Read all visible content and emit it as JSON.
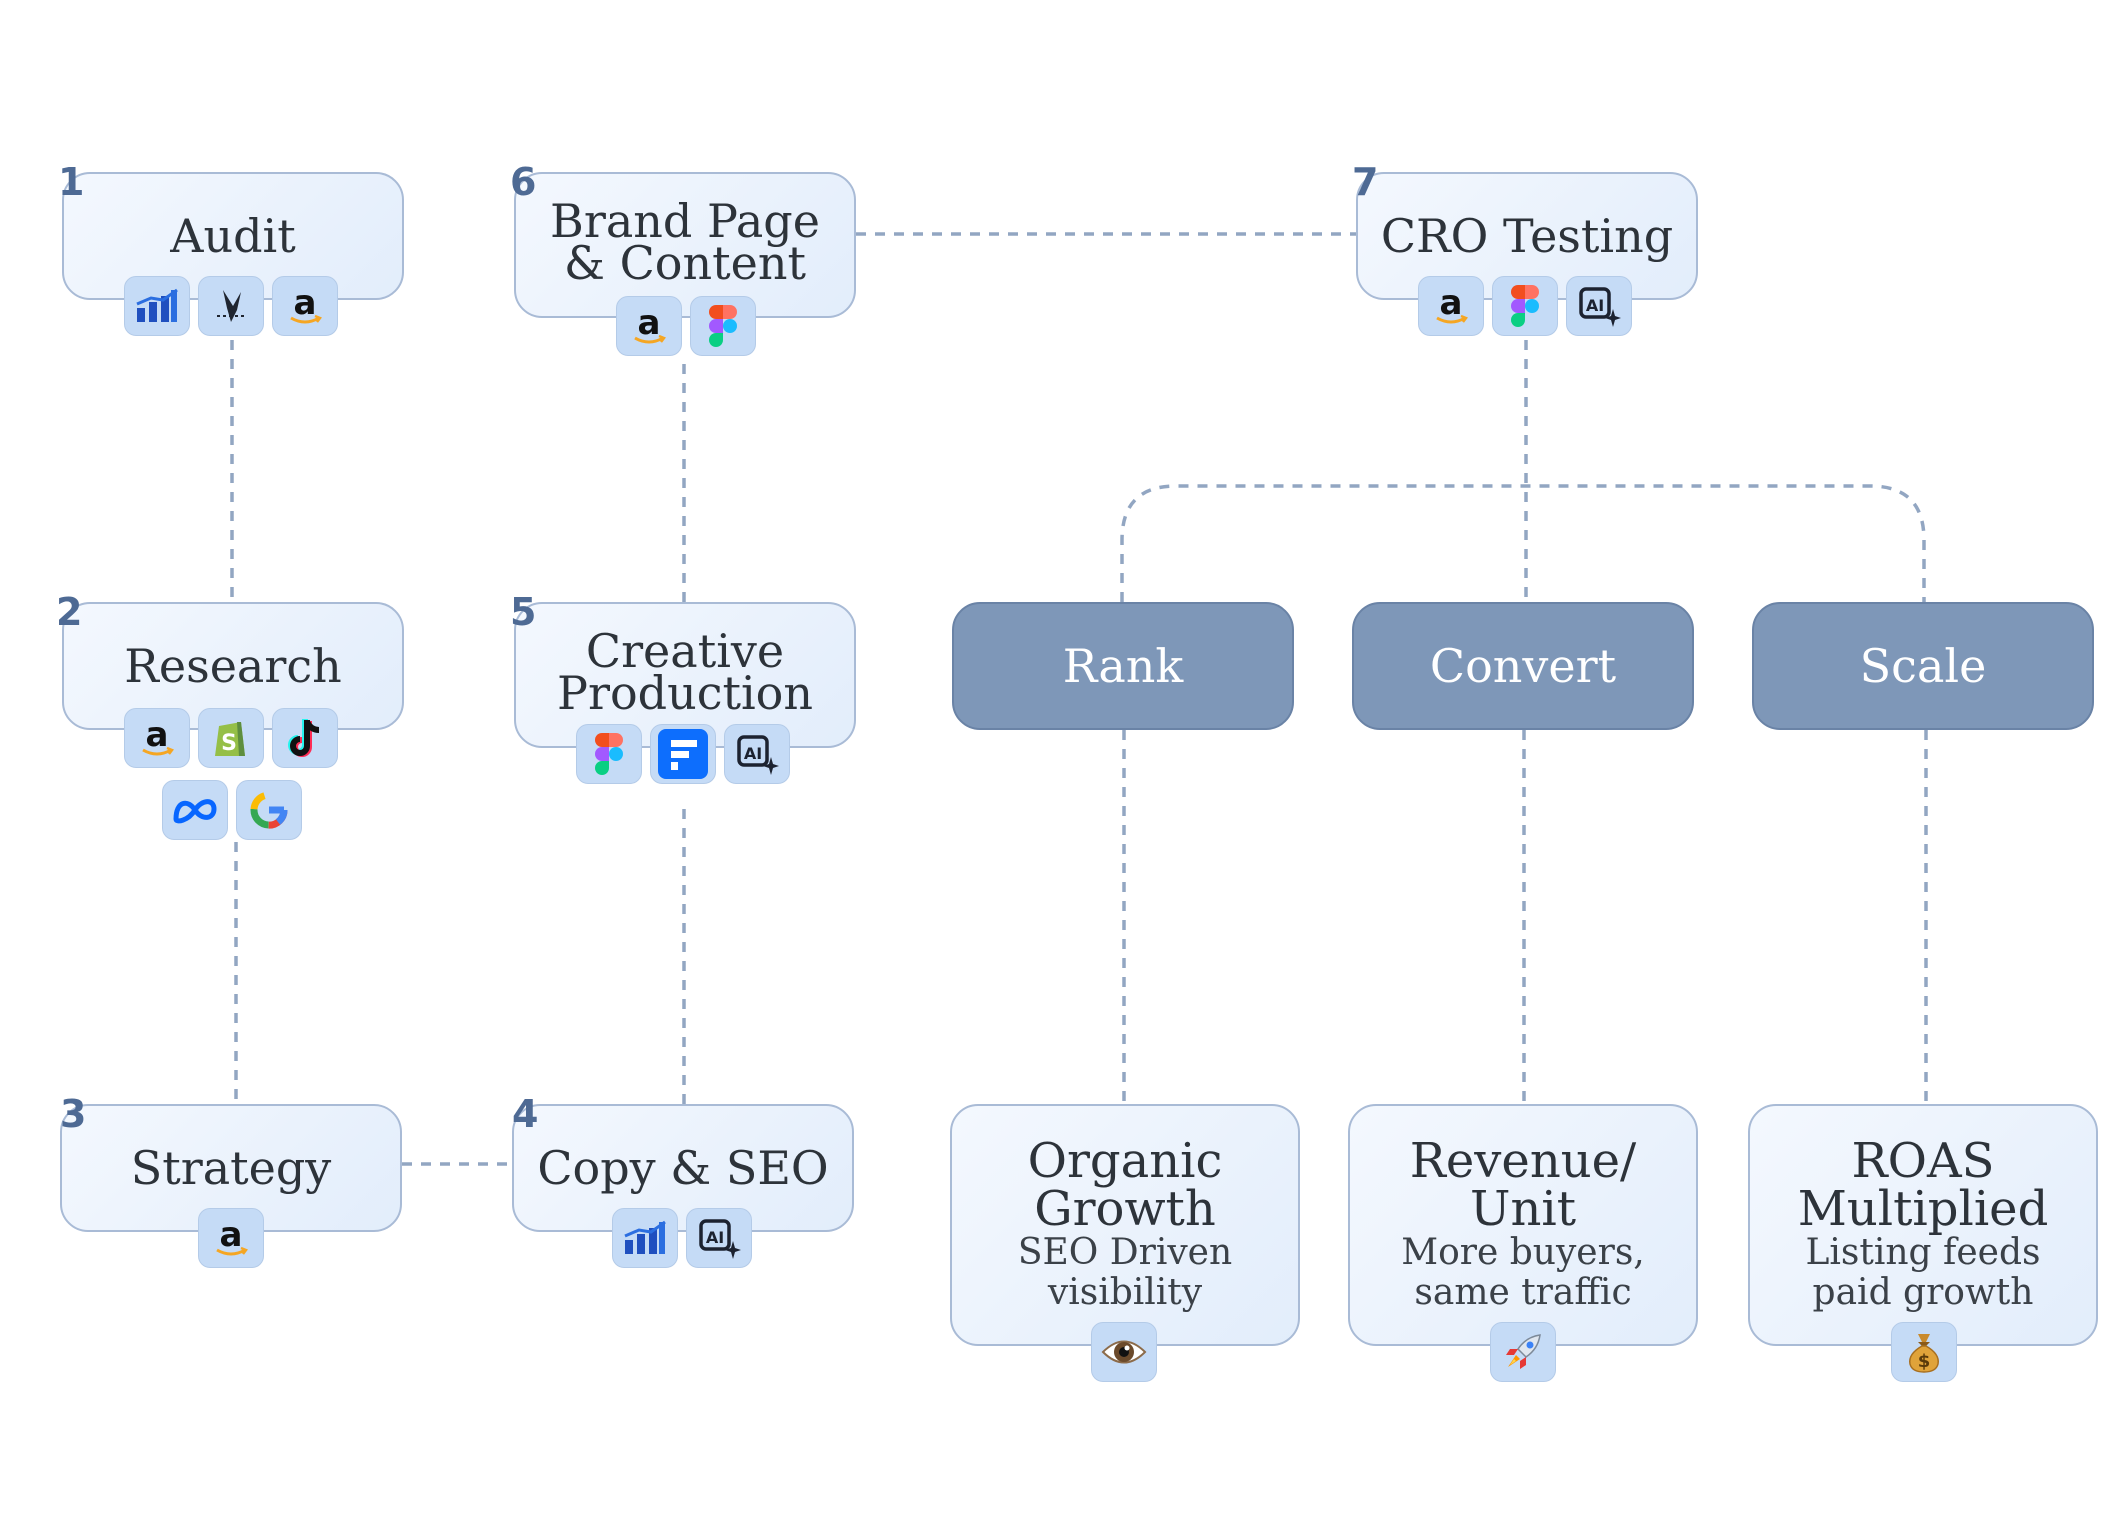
{
  "steps": [
    {
      "num": "1",
      "title": "Audit",
      "tools": [
        "analytics-bars-icon",
        "helium-leaf-icon",
        "amazon-icon"
      ]
    },
    {
      "num": "2",
      "title": "Research",
      "tools": [
        "amazon-icon",
        "shopify-icon",
        "tiktok-icon",
        "meta-icon",
        "google-icon"
      ]
    },
    {
      "num": "3",
      "title": "Strategy",
      "tools": [
        "amazon-icon"
      ]
    },
    {
      "num": "4",
      "title": "Copy & SEO",
      "tools": [
        "analytics-bars-icon",
        "ai-sparkle-icon"
      ]
    },
    {
      "num": "5",
      "title_lines": [
        "Creative",
        "Production"
      ],
      "tools": [
        "figma-icon",
        "frame-f-icon",
        "ai-sparkle-icon"
      ]
    },
    {
      "num": "6",
      "title_lines": [
        "Brand Page",
        "& Content"
      ],
      "tools": [
        "amazon-icon",
        "figma-icon"
      ]
    },
    {
      "num": "7",
      "title": "CRO Testing",
      "tools": [
        "amazon-icon",
        "figma-icon",
        "ai-sparkle-icon"
      ]
    }
  ],
  "phases": [
    {
      "label": "Rank"
    },
    {
      "label": "Convert"
    },
    {
      "label": "Scale"
    }
  ],
  "outcomes": [
    {
      "title_lines": [
        "Organic",
        "Growth"
      ],
      "desc_lines": [
        "SEO Driven",
        "visibility"
      ],
      "icon": "eye-icon"
    },
    {
      "title_lines": [
        "Revenue/",
        "Unit"
      ],
      "desc_lines": [
        "More buyers,",
        "same traffic"
      ],
      "icon": "rocket-icon"
    },
    {
      "title_lines": [
        "ROAS",
        "Multiplied"
      ],
      "desc_lines": [
        "Listing feeds",
        "paid growth"
      ],
      "icon": "money-bag-icon"
    }
  ],
  "colors": {
    "node_fill": "#e8f0fc",
    "node_border": "#a9bbd6",
    "phase_fill": "#7e97b8",
    "connector": "#92a6c2",
    "number": "#4e6a94",
    "chip": "#c5dbf6"
  }
}
